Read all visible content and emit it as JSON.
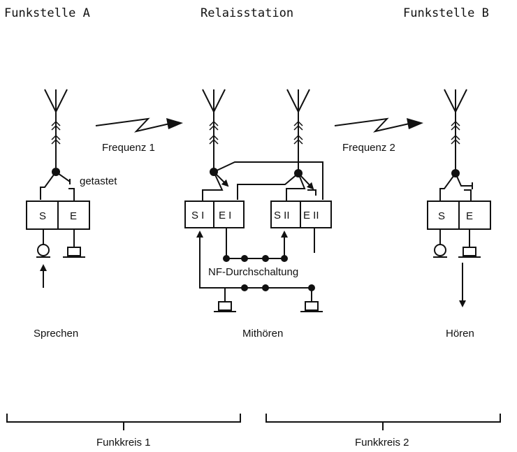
{
  "header": {
    "station_a": "Funkstelle A",
    "relay": "Relaisstation",
    "station_b": "Funkstelle B"
  },
  "links": {
    "freq1": "Frequenz 1",
    "freq2": "Frequenz 2"
  },
  "station_a": {
    "keyed_label": "getastet",
    "sender": "S",
    "receiver": "E",
    "caption": "Sprechen"
  },
  "relay": {
    "sender1": "S I",
    "receiver1": "E I",
    "sender2": "S II",
    "receiver2": "E II",
    "af_link": "NF-Durchschaltung",
    "caption": "Mithören"
  },
  "station_b": {
    "sender": "S",
    "receiver": "E",
    "caption": "Hören"
  },
  "circuits": {
    "circuit1": "Funkkreis 1",
    "circuit2": "Funkkreis 2"
  }
}
